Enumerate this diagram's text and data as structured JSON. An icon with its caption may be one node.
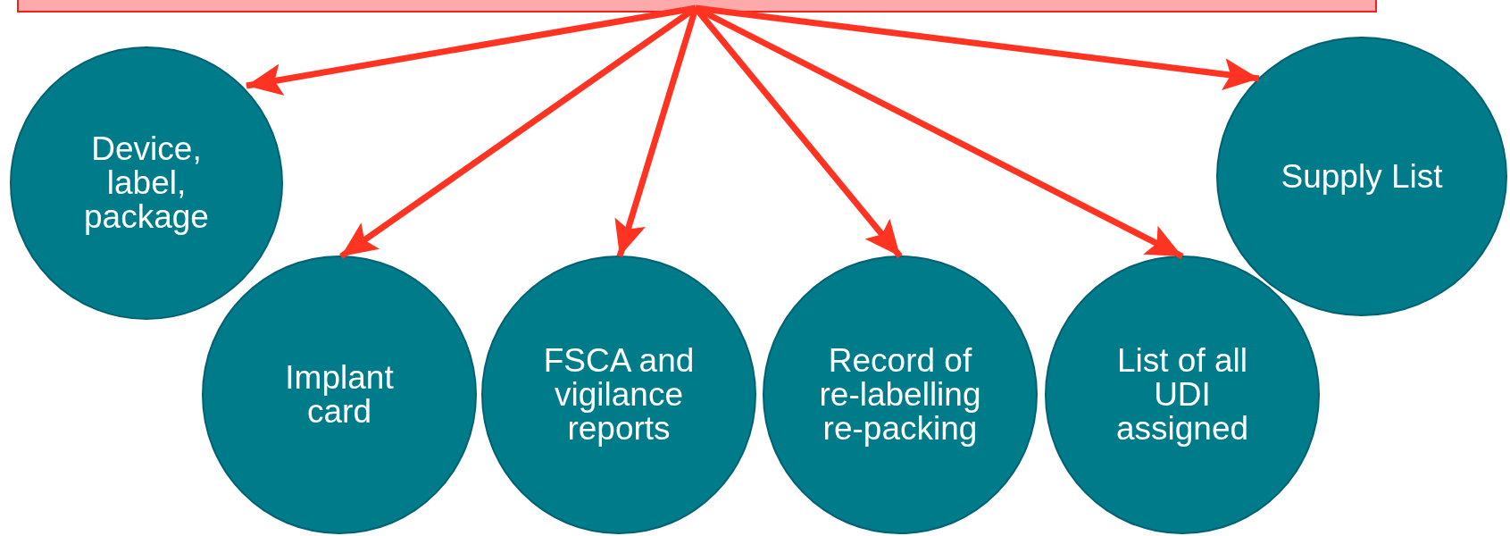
{
  "diagram": {
    "nodes": [
      {
        "text": [],
        "shape": "box"
      },
      {
        "text": [
          "Device, label, package"
        ]
      },
      {
        "text": [
          "Implant card"
        ]
      },
      {
        "text": [
          "FSCA and vigilance reports"
        ]
      },
      {
        "text": [
          "Record of re-labelling re-packing"
        ]
      },
      {
        "text": [
          "List of all UDI assigned"
        ]
      },
      {
        "text": [
          "Supply List"
        ]
      }
    ],
    "edges": [
      {
        "from": 0,
        "to": 1,
        "arrow": "to"
      },
      {
        "from": 0,
        "to": 2,
        "arrow": "to"
      },
      {
        "from": 0,
        "to": 3,
        "arrow": "to"
      },
      {
        "from": 0,
        "to": 4,
        "arrow": "to"
      },
      {
        "from": 0,
        "to": 5,
        "arrow": "to"
      },
      {
        "from": 0,
        "to": 6,
        "arrow": "to"
      }
    ]
  }
}
